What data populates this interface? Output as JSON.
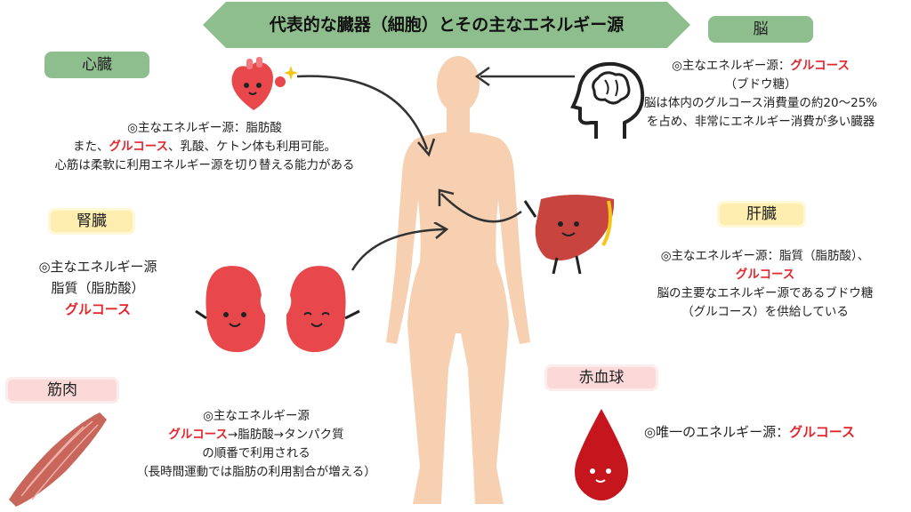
{
  "title": "代表的な臓器（細胞）とその主なエネルギー源",
  "colors": {
    "accent_red": "#e3262c",
    "banner_green": "#8fbe8e",
    "skin": "#f6d0b0"
  },
  "organs": {
    "heart": {
      "name": "心臓",
      "line1": "◎主なエネルギー源：脂肪酸",
      "line2_pre": "また、",
      "line2_red": "グルコース",
      "line2_post": "、乳酸、ケトン体も利用可能。",
      "line3": "心筋は柔軟に利用エネルギー源を切り替える能力がある"
    },
    "brain": {
      "name": "脳",
      "line1_pre": "◎主なエネルギー源：",
      "line1_red": "グルコース",
      "line2": "（ブドウ糖）",
      "line3": "脳は体内のグルコース消費量の約20〜25%",
      "line4": "を占め、非常にエネルギー消費が多い臓器"
    },
    "kidney": {
      "name": "腎臓",
      "line1": "◎主なエネルギー源",
      "line2": "脂質（脂肪酸）",
      "line3_red": "グルコース"
    },
    "liver": {
      "name": "肝臓",
      "line1": "◎主なエネルギー源：脂質（脂肪酸）、",
      "line2_red": "グルコース",
      "line3": "脳の主要なエネルギー源であるブドウ糖",
      "line4": "（グルコース）を供給している"
    },
    "muscle": {
      "name": "筋肉",
      "line1": "◎主なエネルギー源",
      "line2_red": "グルコース",
      "line2_post": "→脂肪酸→タンパク質",
      "line3": "の順番で利用される",
      "line4": "（長時間運動では脂肪の利用割合が増える）"
    },
    "rbc": {
      "name": "赤血球",
      "line1_pre": "◎唯一のエネルギー源：",
      "line1_red": "グルコース"
    }
  }
}
